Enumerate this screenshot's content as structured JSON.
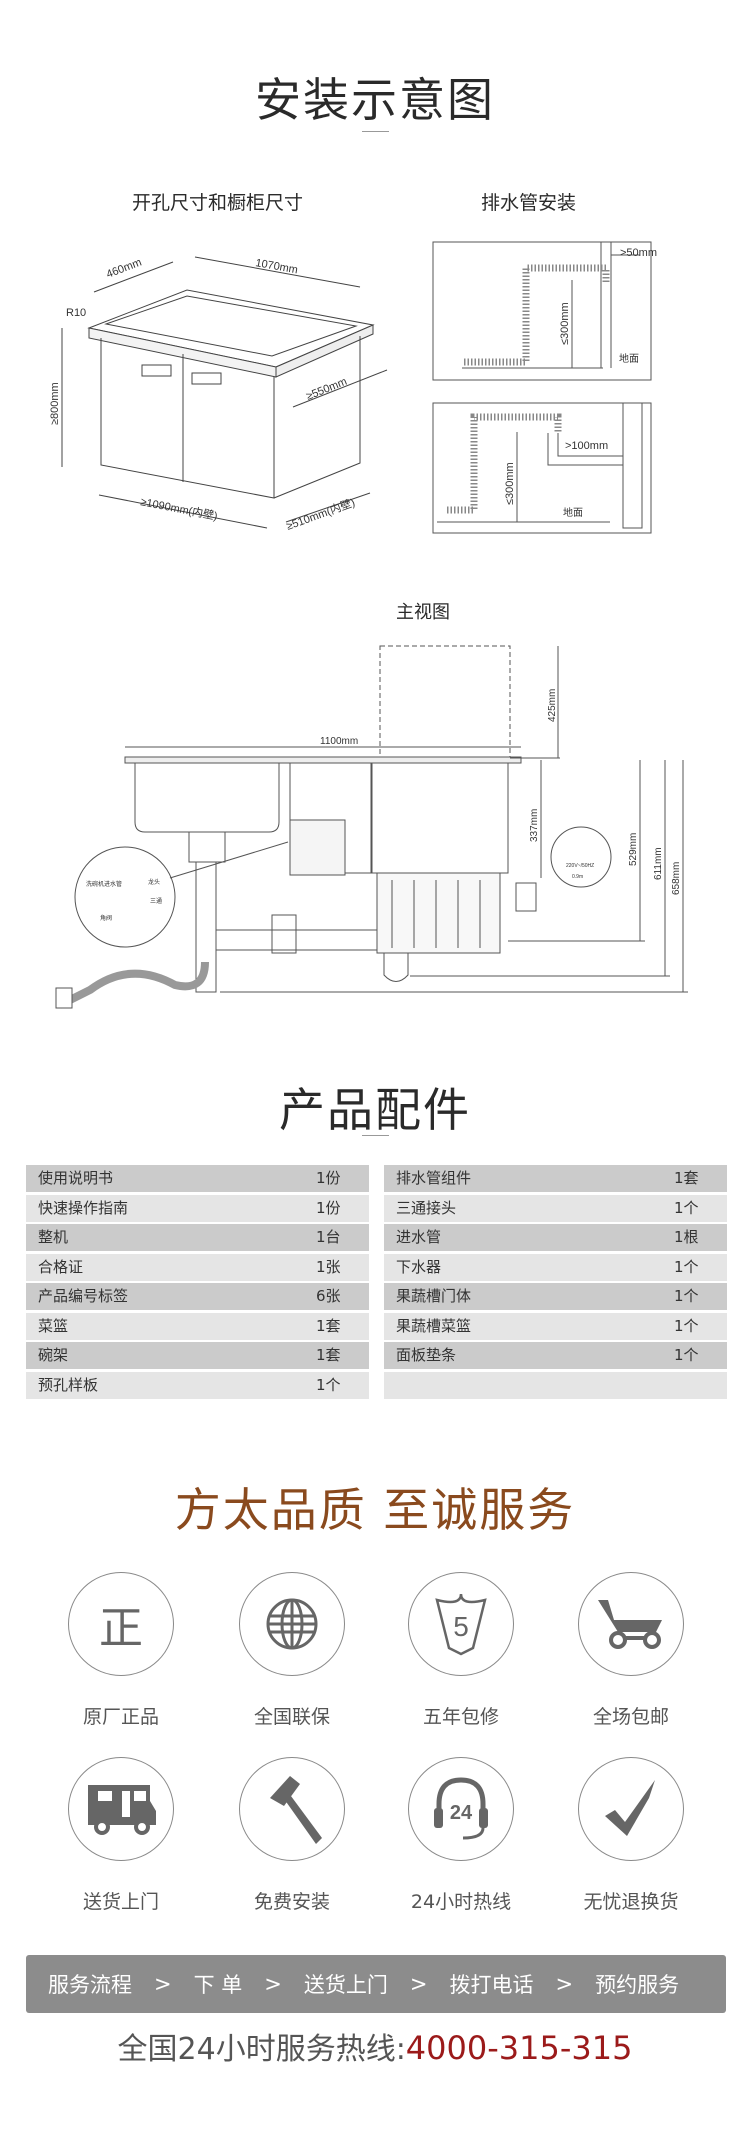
{
  "install": {
    "title": "安装示意图",
    "cabinet_title": "开孔尺寸和橱柜尺寸",
    "drain_title": "排水管安装",
    "cabinet_dims": {
      "depth": "460mm",
      "width": "1070mm",
      "radius": "R10",
      "height": "≥800mm",
      "inner_depth_top": "≥550mm",
      "inner_width": "≥1090mm(内壁)",
      "inner_depth": "≥510mm(内壁)"
    },
    "drain1": {
      "gap": ">50mm",
      "height": "≤300mm",
      "floor": "地面"
    },
    "drain2": {
      "gap": ">100mm",
      "height": "≤300mm",
      "floor": "地面"
    },
    "front_view_title": "主视图",
    "front_dims": {
      "width": "1100mm",
      "lid": "425mm",
      "d337": "337mm",
      "d529": "529mm",
      "d611": "611mm",
      "d658": "658mm"
    },
    "inset_labels": {
      "dishwasher_inlet": "洗碗机进水管",
      "faucet": "龙头",
      "tee": "三通",
      "valve": "角阀"
    },
    "power_labels": {
      "voltage": "220V~/50HZ",
      "cord": "0.9m"
    }
  },
  "accessories": {
    "title": "产品配件",
    "left": [
      {
        "name": "使用说明书",
        "qty": "1份"
      },
      {
        "name": "快速操作指南",
        "qty": "1份"
      },
      {
        "name": "整机",
        "qty": "1台"
      },
      {
        "name": "合格证",
        "qty": "1张"
      },
      {
        "name": "产品编号标签",
        "qty": "6张"
      },
      {
        "name": "菜篮",
        "qty": "1套"
      },
      {
        "name": "碗架",
        "qty": "1套"
      },
      {
        "name": "预孔样板",
        "qty": "1个"
      }
    ],
    "right": [
      {
        "name": "排水管组件",
        "qty": "1套"
      },
      {
        "name": "三通接头",
        "qty": "1个"
      },
      {
        "name": "进水管",
        "qty": "1根"
      },
      {
        "name": "下水器",
        "qty": "1个"
      },
      {
        "name": "果蔬槽门体",
        "qty": "1个"
      },
      {
        "name": "果蔬槽菜篮",
        "qty": "1个"
      },
      {
        "name": "面板垫条",
        "qty": "1个"
      }
    ]
  },
  "service": {
    "title": "方太品质 至诚服务",
    "title_color": "#8a4a1e",
    "items": [
      {
        "label": "原厂正品",
        "icon": "genuine-icon",
        "glyph": "正"
      },
      {
        "label": "全国联保",
        "icon": "globe-icon"
      },
      {
        "label": "五年包修",
        "icon": "shield-5-icon",
        "glyph": "5"
      },
      {
        "label": "全场包邮",
        "icon": "cart-icon"
      },
      {
        "label": "送货上门",
        "icon": "truck-icon"
      },
      {
        "label": "免费安装",
        "icon": "hammer-icon"
      },
      {
        "label": "24小时热线",
        "icon": "headset-icon",
        "glyph": "24"
      },
      {
        "label": "无忧退换货",
        "icon": "check-icon"
      }
    ],
    "flow": [
      "服务流程",
      "下 单",
      "送货上门",
      "拨打电话",
      "预约服务"
    ],
    "hotline_label": "全国24小时服务热线:",
    "hotline_number": "4000-315-315"
  }
}
